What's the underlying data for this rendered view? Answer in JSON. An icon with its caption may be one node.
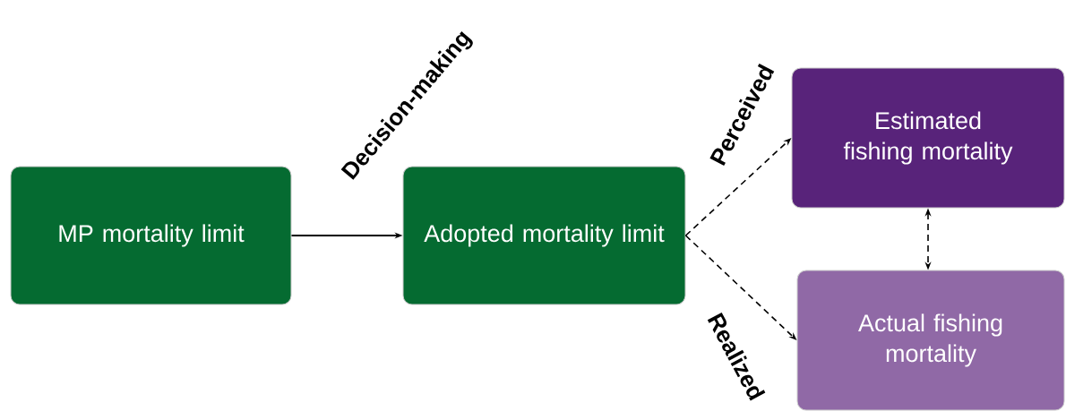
{
  "diagram": {
    "nodes": [
      {
        "text": [
          "MP mortality limit"
        ]
      },
      {
        "text": [
          "Adopted mortality limit"
        ]
      },
      {
        "text": [
          "Estimated fishing mortality"
        ]
      },
      {
        "text": [
          "Actual fishing mortality"
        ]
      }
    ],
    "edges": [
      {
        "from": 0,
        "to": 1,
        "arrow": "to",
        "label": "Decision-making"
      },
      {
        "from": 1,
        "to": 2,
        "arrow": "to",
        "style": "dashed",
        "label": "Perceived"
      },
      {
        "from": 1,
        "to": 3,
        "arrow": "to",
        "style": "dashed",
        "label": "Realized"
      },
      {
        "from": 2,
        "to": 3,
        "arrow": "both",
        "style": "dashed"
      }
    ]
  }
}
